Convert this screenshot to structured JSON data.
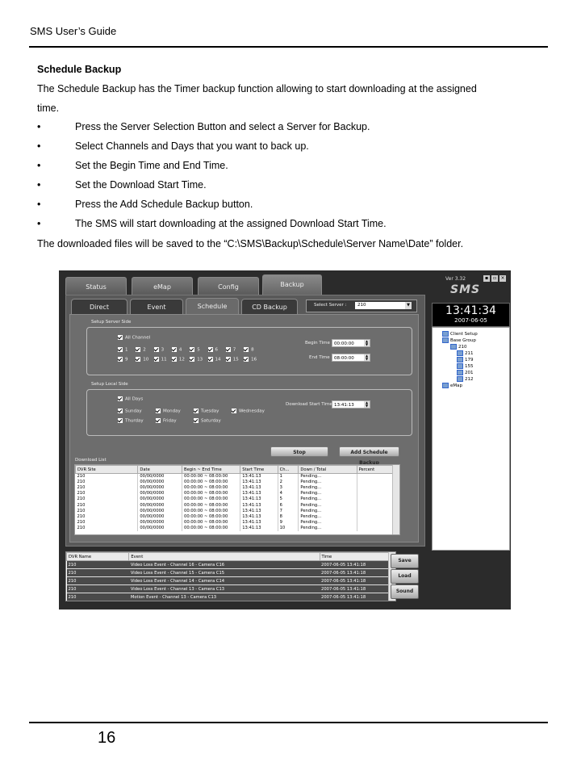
{
  "header": {
    "title": "SMS User’s Guide"
  },
  "section": {
    "heading": "Schedule Backup",
    "intro_line1": "The Schedule Backup has the Timer backup function allowing to start downloading at the assigned",
    "intro_line2": "time.",
    "bullet_char": "•",
    "bullets": [
      "Press the Server Selection Button and select a Server for Backup.",
      "Select Channels and Days that you want to back up.",
      "Set the Begin Time and End Time.",
      "Set the Download Start Time.",
      "Press the Add Schedule Backup button.",
      "The SMS will start downloading at the assigned Download Start Time."
    ],
    "closing": "The downloaded files will be saved to the “C:\\SMS\\Backup\\Schedule\\Server Name\\Date” folder."
  },
  "app": {
    "version": "Ver 3.32",
    "logo": "SMS",
    "clock": {
      "time": "13:41:34",
      "date": "2007-06-05"
    },
    "main_tabs": [
      "Status",
      "eMap",
      "Config",
      "Backup"
    ],
    "sub_tabs": [
      "Direct",
      "Event",
      "Schedule",
      "CD Backup"
    ],
    "select_server": {
      "label": "Select Server :",
      "value": "210"
    },
    "setup_server": {
      "label": "Setup Server Side",
      "all_channel": "All Channel",
      "channels": [
        "1",
        "2",
        "3",
        "4",
        "5",
        "6",
        "7",
        "8",
        "9",
        "10",
        "11",
        "12",
        "13",
        "14",
        "15",
        "16"
      ],
      "begin_time_label": "Begin Time",
      "begin_time": "00:00:00",
      "end_time_label": "End Time",
      "end_time": "08:00:00"
    },
    "setup_local": {
      "label": "Setup Local Side",
      "all_days": "All Days",
      "days": [
        "Sunday",
        "Monday",
        "Tuesday",
        "Wednesday",
        "Thurday",
        "Friday",
        "Saturday"
      ],
      "download_start_label": "Download Start Time",
      "download_start": "13:41:13"
    },
    "buttons": {
      "stop": "Stop",
      "add": "Add Schedule Backup"
    },
    "download_list": {
      "label": "Download List",
      "columns": [
        "DVR Site",
        "Date",
        "Begin ~ End Time",
        "Start Time",
        "Ch...",
        "Down / Total",
        "Percent"
      ],
      "rows": [
        [
          "210",
          "00/00/0000",
          "00:00:00 ~ 08:00:00",
          "13:41:13",
          "1",
          "Pending...",
          ""
        ],
        [
          "210",
          "00/00/0000",
          "00:00:00 ~ 08:00:00",
          "13:41:13",
          "2",
          "Pending...",
          ""
        ],
        [
          "210",
          "00/00/0000",
          "00:00:00 ~ 08:00:00",
          "13:41:13",
          "3",
          "Pending...",
          ""
        ],
        [
          "210",
          "00/00/0000",
          "00:00:00 ~ 08:00:00",
          "13:41:13",
          "4",
          "Pending...",
          ""
        ],
        [
          "210",
          "00/00/0000",
          "00:00:00 ~ 08:00:00",
          "13:41:13",
          "5",
          "Pending...",
          ""
        ],
        [
          "210",
          "00/00/0000",
          "00:00:00 ~ 08:00:00",
          "13:41:13",
          "6",
          "Pending...",
          ""
        ],
        [
          "210",
          "00/00/0000",
          "00:00:00 ~ 08:00:00",
          "13:41:13",
          "7",
          "Pending...",
          ""
        ],
        [
          "210",
          "00/00/0000",
          "00:00:00 ~ 08:00:00",
          "13:41:13",
          "8",
          "Pending...",
          ""
        ],
        [
          "210",
          "00/00/0000",
          "00:00:00 ~ 08:00:00",
          "13:41:13",
          "9",
          "Pending...",
          ""
        ],
        [
          "210",
          "00/00/0000",
          "00:00:00 ~ 08:00:00",
          "13:41:13",
          "10",
          "Pending...",
          ""
        ]
      ]
    },
    "tree": [
      "Client Setup",
      "Base Group",
      "210",
      "211",
      "179",
      "155",
      "201",
      "212",
      "eMap"
    ],
    "event_log": {
      "columns": [
        "DVR Name",
        "Event",
        "Time"
      ],
      "rows": [
        [
          "210",
          "Video Loss Event  -  Channel 16  -  Camera C16",
          "2007-06-05 13:41:18"
        ],
        [
          "210",
          "Video Loss Event  -  Channel 15  -  Camera C15",
          "2007-06-05 13:41:18"
        ],
        [
          "210",
          "Video Loss Event  -  Channel 14  -  Camera C14",
          "2007-06-05 13:41:18"
        ],
        [
          "210",
          "Video Loss Event  -  Channel 13  -  Camera C13",
          "2007-06-05 13:41:18"
        ],
        [
          "210",
          "Motion Event  -  Channel 13  -  Camera C13",
          "2007-06-05 13:41:18"
        ]
      ]
    },
    "side_buttons": [
      "Save",
      "Load",
      "Sound"
    ]
  },
  "footer": {
    "page_number": "16"
  }
}
